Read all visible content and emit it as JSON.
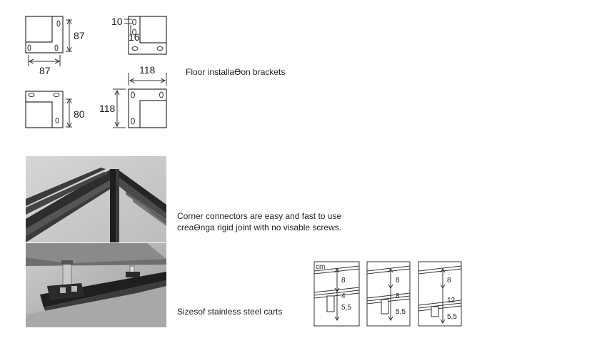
{
  "brackets": {
    "caption": "Floor installaϴon brackets",
    "dims": {
      "b1_height": "87",
      "b1_width": "87",
      "b2_offset": "10",
      "b2_inner": "16",
      "b3_height": "80",
      "b4_width": "118",
      "b4_height": "118"
    }
  },
  "connectors": {
    "line1": "Corner connectors are easy and fast to use",
    "line2": "creaϴnga rigid joint  with  no visable screws."
  },
  "carts": {
    "caption": "Sizesof stainless steel carts",
    "unit": "cm",
    "diagram1": {
      "top": "8",
      "mid": "4",
      "bottom": "5,5"
    },
    "diagram2": {
      "top": "8",
      "mid": "8",
      "bottom": "5,5"
    },
    "diagram3": {
      "top": "8",
      "mid": "12",
      "bottom": "5,5"
    }
  }
}
